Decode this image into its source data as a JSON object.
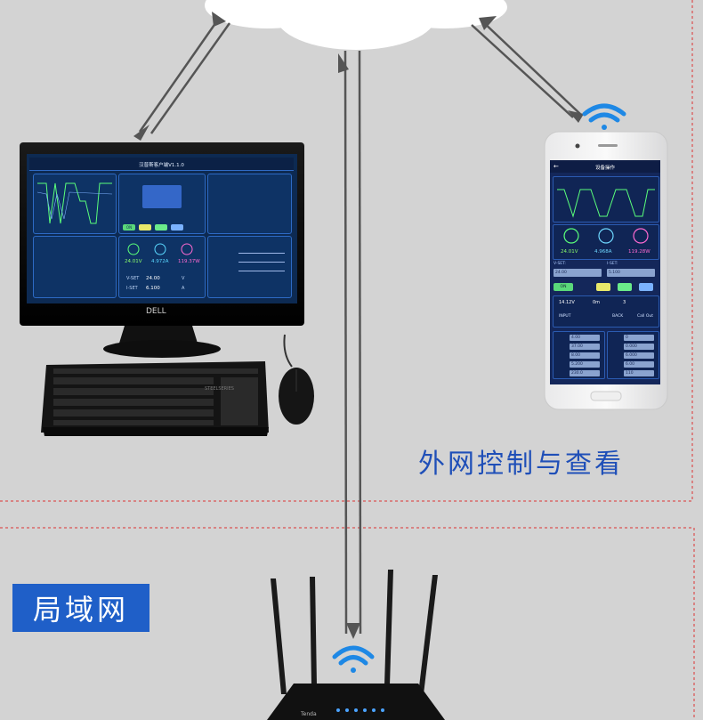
{
  "captions": {
    "wan": "外网控制与查看",
    "lan": "局域网"
  },
  "monitor": {
    "brand": "DELL",
    "app": {
      "title": "汉普斯客户端V1.1.0",
      "buttons": {
        "on": "ON"
      },
      "readings": {
        "voltage": "24.01V",
        "current": "4.972A",
        "power": "119.37W"
      },
      "settings": {
        "vset_label": "V-SET",
        "vset_value": "24.00",
        "vset_unit": "V",
        "iset_label": "I-SET",
        "iset_value": "6.100",
        "iset_unit": "A"
      }
    }
  },
  "keyboard": {
    "brand": "STEELSERIES"
  },
  "phone": {
    "app": {
      "title": "设备操作",
      "readings": {
        "voltage": "24.01V",
        "current": "4.968A",
        "power": "119.28W"
      },
      "vset_label": "V-SET:",
      "iset_label": "I-SET:",
      "vset_value": "24.00",
      "iset_value": "5.100",
      "on_label": "ON",
      "status": {
        "input": "14.12V",
        "mode": "0m",
        "index": "3",
        "input_label": "INPUT",
        "back_label": "BACK",
        "call_out_label": "Call Out"
      },
      "presets_left": [
        "4.00",
        "37.00",
        "8.00",
        "5.200",
        "230.0"
      ],
      "presets_right": [
        "0",
        "0.000",
        "6.000",
        "6.00",
        "110"
      ]
    }
  },
  "router": {
    "brand": "Tenda"
  },
  "colors": {
    "background": "#d3d3d3",
    "dashed_border": "#d33",
    "wan_text": "#1f4fb8",
    "lan_label_bg": "#1f5fc8",
    "wifi": "#1e88e5"
  }
}
